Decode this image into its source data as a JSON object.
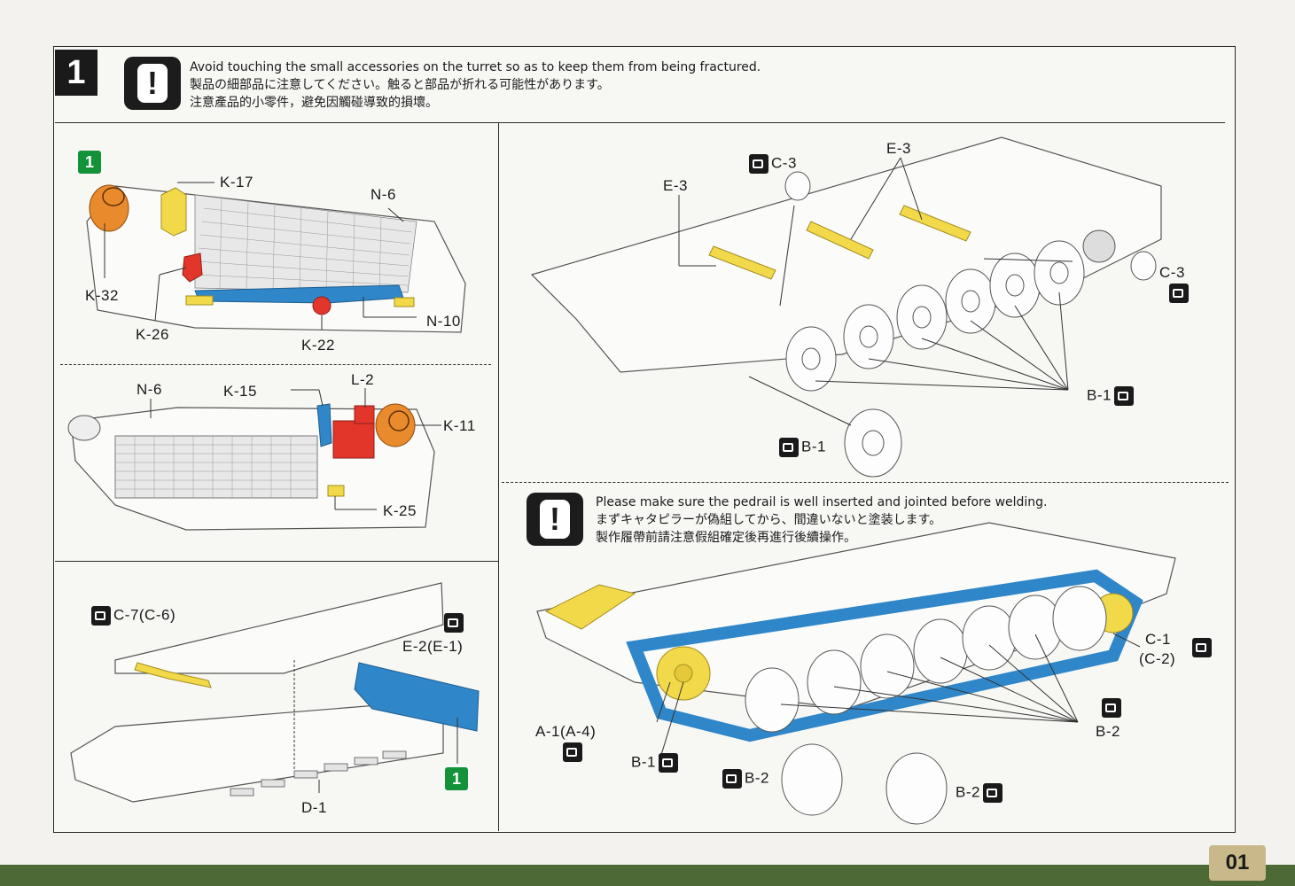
{
  "step": {
    "number": "1"
  },
  "warning_top": {
    "en": "Avoid touching the small accessories on the turret so as to keep them from being fractured.",
    "ja": "製品の細部品に注意してください。触ると部品が折れる可能性があります。",
    "zh": "注意產品的小零件，避免因觸碰導致的損壞。"
  },
  "warning_track": {
    "en": "Please make sure the pedrail is well inserted and jointed before welding.",
    "ja": "まずキャタピラーが偽組してから、間違いないと塗装します。",
    "zh": "製作履帶前請注意假組確定後再進行後續操作。"
  },
  "panel_a": {
    "badge": "1",
    "labels": {
      "k17": "K-17",
      "n6": "N-6",
      "k32": "K-32",
      "k26": "K-26",
      "k22": "K-22",
      "n10": "N-10"
    }
  },
  "panel_b": {
    "labels": {
      "n6": "N-6",
      "k15": "K-15",
      "l2": "L-2",
      "k11": "K-11",
      "k25": "K-25"
    }
  },
  "panel_c": {
    "badge": "1",
    "labels": {
      "c7": "C-7(C-6)",
      "e2": "E-2(E-1)",
      "d1": "D-1"
    }
  },
  "panel_d": {
    "labels": {
      "c3a": "C-3",
      "e3a": "E-3",
      "e3b": "E-3",
      "c3b": "C-3",
      "b1a": "B-1",
      "b1b": "B-1"
    }
  },
  "panel_e": {
    "labels": {
      "c1": "C-1",
      "c2": "(C-2)",
      "a1": "A-1(A-4)",
      "b1": "B-1",
      "b2a": "B-2",
      "b2b": "B-2",
      "b2c": "B-2"
    }
  },
  "page": {
    "number": "01"
  },
  "colors": {
    "yellow": "#f2d94a",
    "blue": "#2f86c8",
    "red": "#e2362b",
    "orange": "#e98a2c",
    "green": "#13923a",
    "footer": "#4d6a36",
    "page_tab": "#c9b98a"
  }
}
